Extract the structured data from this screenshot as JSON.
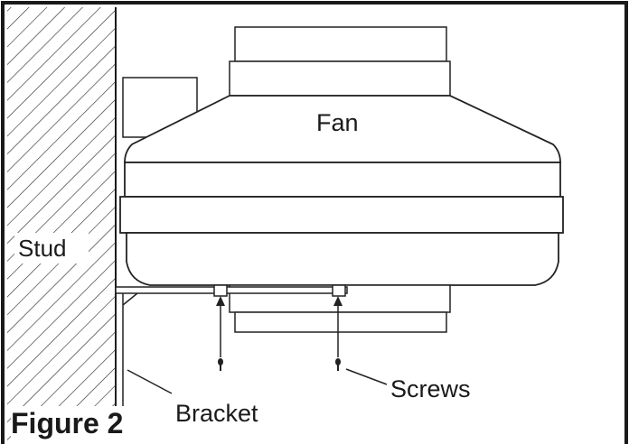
{
  "labels": {
    "fan": "Fan",
    "stud": "Stud",
    "screws": "Screws",
    "bracket": "Bracket",
    "figure": "Figure 2"
  }
}
